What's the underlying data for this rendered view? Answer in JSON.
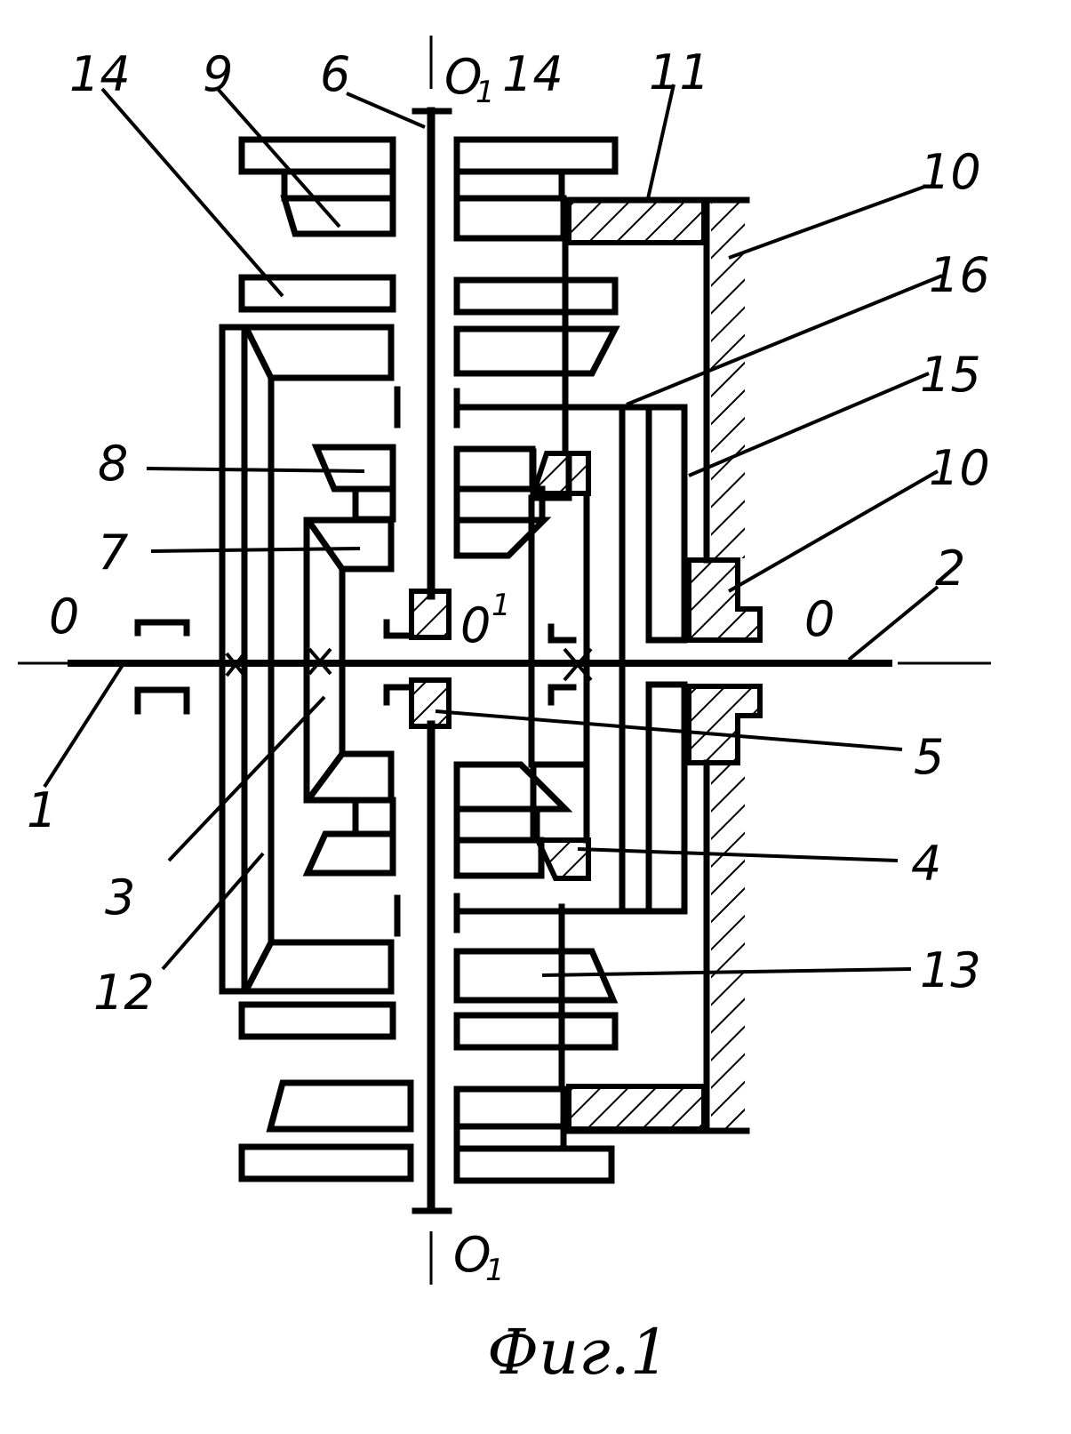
{
  "labels": {
    "l14a": "14",
    "l9": "9",
    "l6": "6",
    "axisTop": "O",
    "axisTopSub": "1",
    "l14b": "14",
    "l11": "11",
    "l10a": "10",
    "l16": "16",
    "l15": "15",
    "l10b": "10",
    "l8": "8",
    "l7": "7",
    "l0left": "0",
    "l01center": "0",
    "l01centerSup": "1",
    "l0right": "0",
    "l2": "2",
    "l5": "5",
    "l1": "1",
    "l3": "3",
    "l4": "4",
    "l12": "12",
    "l13": "13",
    "axisBottom": "O",
    "axisBottomSub": "1"
  },
  "caption": "Фиг.1"
}
